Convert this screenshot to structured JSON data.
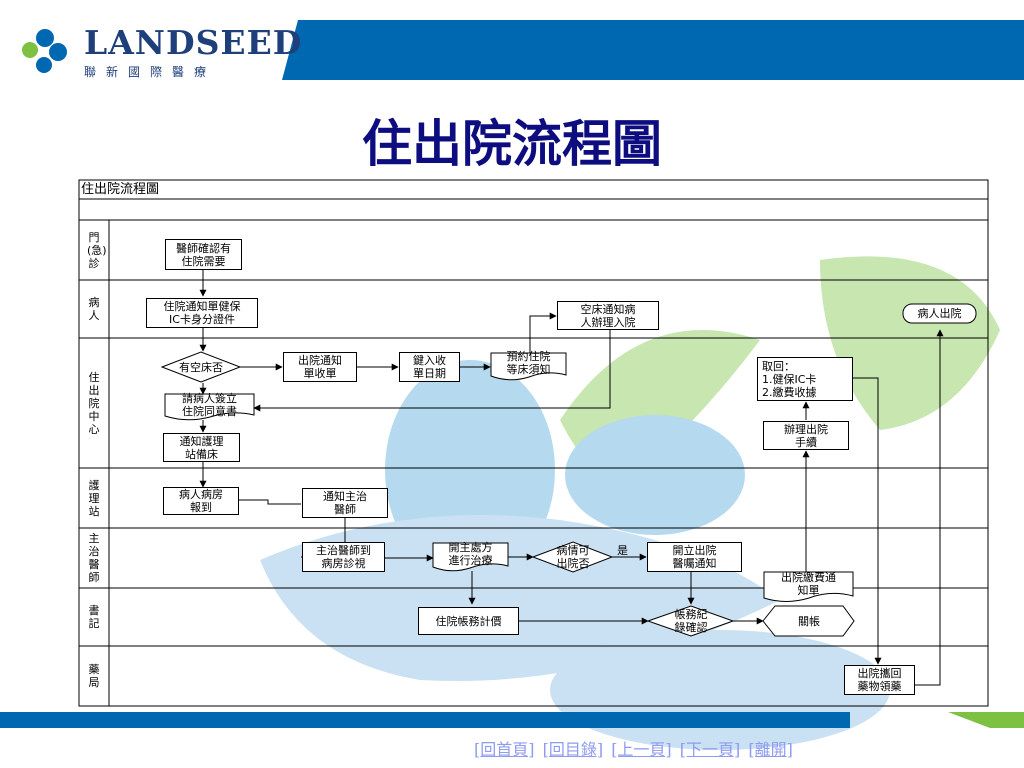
{
  "header": {
    "logo_text": "LANDSEED",
    "logo_subtitle": "聯新國際醫療",
    "brand_blue": "#0067b1",
    "brand_green": "#7cc142"
  },
  "slide_title": "住出院流程圖",
  "diagram": {
    "title": "住出院流程圖",
    "lanes": [
      "門(急)診",
      "病人",
      "住出院中心",
      "護理站",
      "主治醫師",
      "書記",
      "藥局"
    ],
    "nodes": {
      "doctor_confirm": "醫師確認有\n住院需要",
      "admission_notice": "住院通知單健保\nIC卡身分證件",
      "empty_bed_notice": "空床通知病\n人辦理入院",
      "patient_discharge": "病人出院",
      "bed_available": "有空床否",
      "issue_notice": "出院通知\n單收單",
      "key_in_date": "鍵入收\n單日期",
      "reserve_bed": "預約住院\n等床須知",
      "sign_consent": "請病人簽立\n住院同意書",
      "notify_station": "通知護理\n站備床",
      "retrieve": "取回：\n1.健保IC卡\n2.繳費收據",
      "discharge_process": "辦理出院\n手續",
      "patient_report": "病人病房\n報到",
      "notify_doctor": "通知主治\n醫師",
      "doctor_visit": "主治醫師到\n病房診視",
      "prescribe": "開主處方\n進行治療",
      "can_discharge": "病情可\n出院否",
      "yes_label": "是",
      "discharge_order": "開立出院\n醫囑通知",
      "billing_notice": "出院繳費通\n知單",
      "billing": "住院帳務計價",
      "confirm_record": "帳務紀\n錄確認",
      "close_account": "關帳",
      "pharmacy": "出院攜回\n藥物領藥"
    }
  },
  "footer": {
    "links": [
      "[回首頁]",
      "[回目錄]",
      "[上一頁]",
      "[下一頁]",
      "[離開]"
    ],
    "link_color": "#8e9bf0"
  }
}
